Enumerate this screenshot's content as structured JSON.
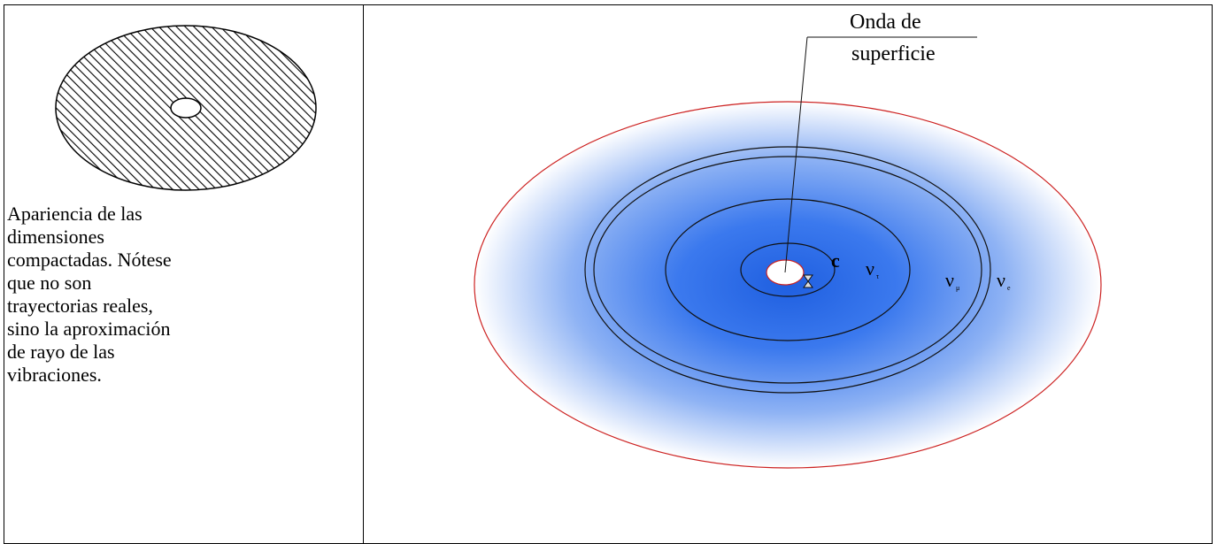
{
  "left_panel": {
    "caption": "Apariencia de las dimensiones compactadas. Nótese que no son trayectorias reales, sino la aproximación de rayo de las vibraciones."
  },
  "right_panel": {
    "surface_label_line1": "Onda de",
    "surface_label_line2": "superficie",
    "ring_labels": {
      "c": "c",
      "nu_tau": "ν",
      "nu_tau_sub": "τ",
      "nu_mu": "ν",
      "nu_mu_sub": "μ",
      "nu_e": "ν",
      "nu_e_sub": "e"
    }
  },
  "colors": {
    "outer_edge": "#cc2222",
    "center_blue": "#1f5fe0",
    "ring_stroke": "#111111",
    "hole_stroke": "#cc2222"
  }
}
